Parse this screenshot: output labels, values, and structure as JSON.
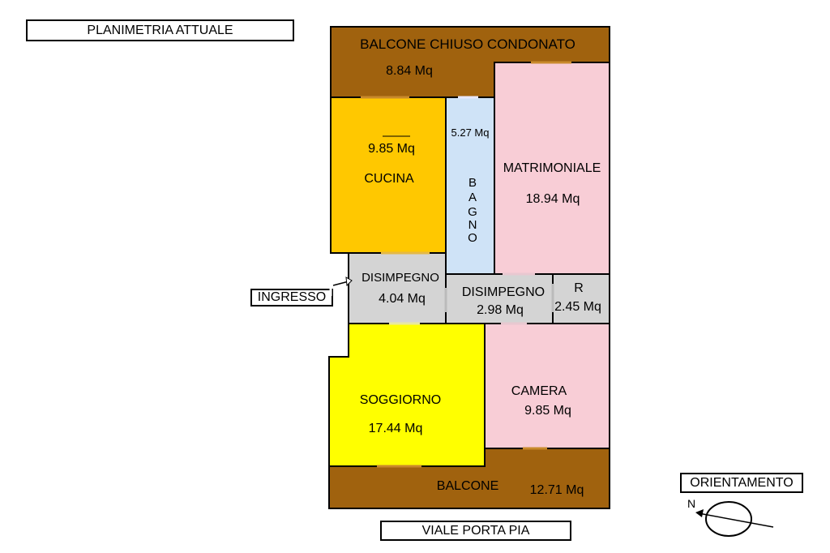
{
  "title": "PLANIMETRIA ATTUALE",
  "street": "VIALE PORTA PIA",
  "entrance": "INGRESSO",
  "orientation": {
    "label": "ORIENTAMENTO",
    "north": "N"
  },
  "rooms": {
    "balcone_chiuso": {
      "name": "BALCONE CHIUSO CONDONATO",
      "area": "8.84 Mq",
      "color": "#a0620e"
    },
    "cucina": {
      "name": "CUCINA",
      "area": "9.85 Mq",
      "color": "#ffc800"
    },
    "bagno": {
      "name": "BAGNO",
      "letters": [
        "B",
        "A",
        "G",
        "N",
        "O"
      ],
      "area": "5.27 Mq",
      "color": "#cfe3f7"
    },
    "matrimoniale": {
      "name": "MATRIMONIALE",
      "area": "18.94 Mq",
      "color": "#f8cdd6"
    },
    "disimpegno1": {
      "name": "DISIMPEGNO",
      "area": "4.04 Mq",
      "color": "#d4d4d4"
    },
    "disimpegno2": {
      "name": "DISIMPEGNO",
      "area": "2.98 Mq",
      "color": "#d4d4d4"
    },
    "ripostiglio": {
      "name": "R",
      "area": "2.45 Mq",
      "color": "#d4d4d4"
    },
    "soggiorno": {
      "name": "SOGGIORNO",
      "area": "17.44 Mq",
      "color": "#ffff00"
    },
    "camera": {
      "name": "CAMERA",
      "area": "9.85 Mq",
      "color": "#f8cdd6"
    },
    "balcone": {
      "name": "BALCONE",
      "area": "12.71 Mq",
      "color": "#a0620e"
    }
  }
}
